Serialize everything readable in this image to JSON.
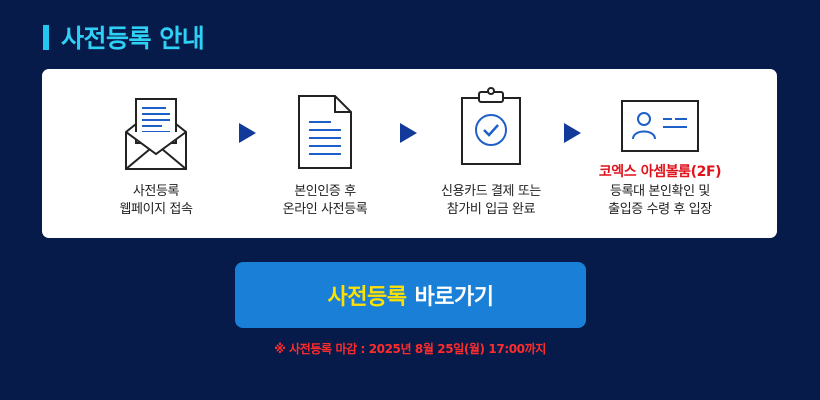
{
  "section": {
    "title": "사전등록 안내"
  },
  "steps": [
    {
      "line1": "사전등록",
      "line2": "웹페이지 접속",
      "icon": "mail-open-icon"
    },
    {
      "line1": "본인인증 후",
      "line2": "온라인 사전등록",
      "icon": "document-icon"
    },
    {
      "line1": "신용카드 결제 또는",
      "line2": "참가비 입금 완료",
      "icon": "clipboard-check-icon"
    },
    {
      "highlight": "코엑스 아셈볼룸(2F)",
      "line1": "등록대 본인확인 및",
      "line2": "출입증 수령 후 입장",
      "icon": "id-card-icon"
    }
  ],
  "cta": {
    "highlight": "사전등록",
    "rest": "바로가기"
  },
  "notice": {
    "text": "※ 사전등록 마감 : 2025년 8월 25일(월) 17:00까지"
  },
  "colors": {
    "background": "#071b4a",
    "accent": "#22c6f0",
    "button": "#1a7fd6",
    "highlight": "#ffe100",
    "alert": "#ff2b2b"
  }
}
